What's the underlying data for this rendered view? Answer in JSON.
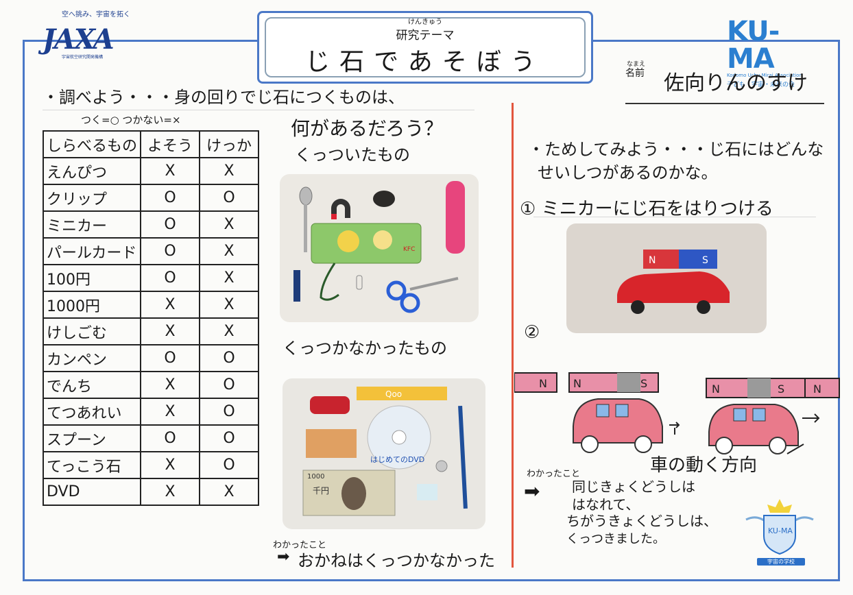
{
  "header": {
    "jaxa_tagline": "空へ挑み、宇宙を拓く",
    "jaxa_logo": "JAXA",
    "jaxa_org": "宇宙航空研究開発機構",
    "theme_ruby": "けんきゅう",
    "theme_label": "研究テーマ",
    "theme_title": "じ石であそぼう",
    "kuma_logo": "KU-MA",
    "kuma_en": "Kodomo Uchu Mirai Association",
    "kuma_jp": "子ども・宇宙・未来の会",
    "name_ruby": "なまえ",
    "name_label": "名前",
    "name_value": "佐向りんのすけ"
  },
  "left": {
    "heading": "・調べよう・・・身の回りでじ石につくものは、",
    "legend": "つく=○ つかない=×",
    "question": "何があるだろう？",
    "table": {
      "headers": [
        "しらべるもの",
        "よそう",
        "けっか"
      ],
      "rows": [
        [
          "えんぴつ",
          "X",
          "X"
        ],
        [
          "クリップ",
          "O",
          "O"
        ],
        [
          "ミニカー",
          "O",
          "X"
        ],
        [
          "パールカード",
          "O",
          "X"
        ],
        [
          "100円",
          "O",
          "X"
        ],
        [
          "1000円",
          "X",
          "X"
        ],
        [
          "けしごむ",
          "X",
          "X"
        ],
        [
          "カンペン",
          "O",
          "O"
        ],
        [
          "でんち",
          "X",
          "O"
        ],
        [
          "てつあれい",
          "X",
          "O"
        ],
        [
          "スプーン",
          "O",
          "O"
        ],
        [
          "てっこう石",
          "X",
          "O"
        ],
        [
          "DVD",
          "X",
          "X"
        ]
      ]
    },
    "stuck_label": "くっついたもの",
    "not_stuck_label": "くっつかなかったもの",
    "finding_label": "わかったこと",
    "finding": "おかねはくっつかなかった",
    "photo_labels": {
      "pencase_brand": "KFC",
      "ruler": "Qoo",
      "dvd": "はじめてのDVD",
      "bill_number": "1000",
      "bill_text": "千円"
    }
  },
  "right": {
    "heading_line1": "・ためしてみよう・・・じ石にはどんな",
    "heading_line2": "せいしつがあるのかな。",
    "step1": "① ミニカーにじ石をはりつける",
    "step2": "②",
    "magnet_n": "N",
    "magnet_s": "S",
    "direction_label": "車の動く方向",
    "finding_label": "わかったこと",
    "finding_line1": "同じきょくどうしは",
    "finding_line2": "はなれて、",
    "finding_line3": "ちがうきょくどうしは、",
    "finding_line4": "くっつきました。",
    "badge_label": "KU-MA",
    "badge_caption": "宇宙の学校"
  },
  "colors": {
    "frame": "#4a78c7",
    "divider": "#e2553d",
    "car": "#e0373c",
    "magnet_pink": "#e890a8"
  }
}
